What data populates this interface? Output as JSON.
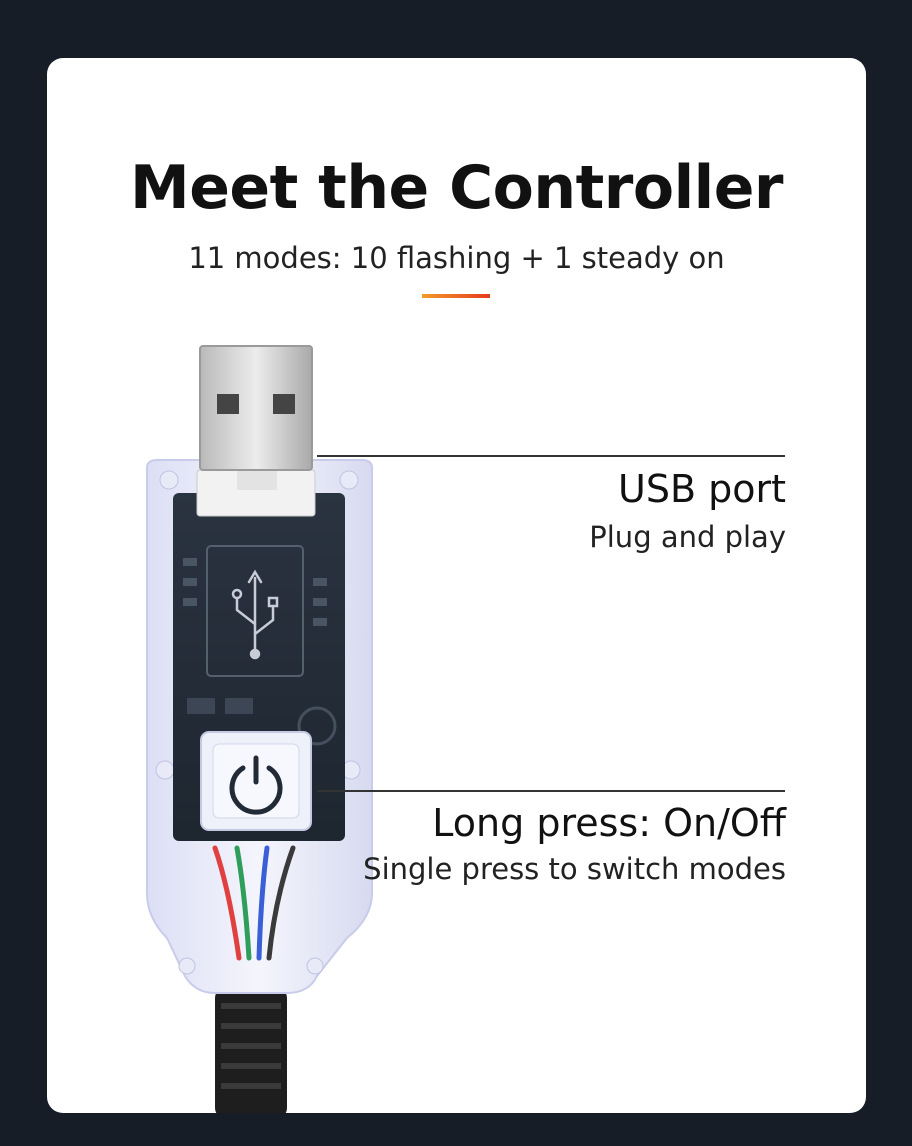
{
  "header": {
    "title": "Meet the Controller",
    "subtitle": "11 modes: 10 flashing + 1 steady on"
  },
  "callouts": [
    {
      "title": "USB port",
      "description": "Plug and play"
    },
    {
      "title": "Long press: On/Off",
      "description": "Single press to switch modes"
    }
  ],
  "colors": {
    "background": "#161d27",
    "card": "#ffffff",
    "accent_start": "#f29b2a",
    "accent_end": "#e63a1e"
  },
  "icons": [
    "usb-symbol-icon",
    "power-icon"
  ]
}
